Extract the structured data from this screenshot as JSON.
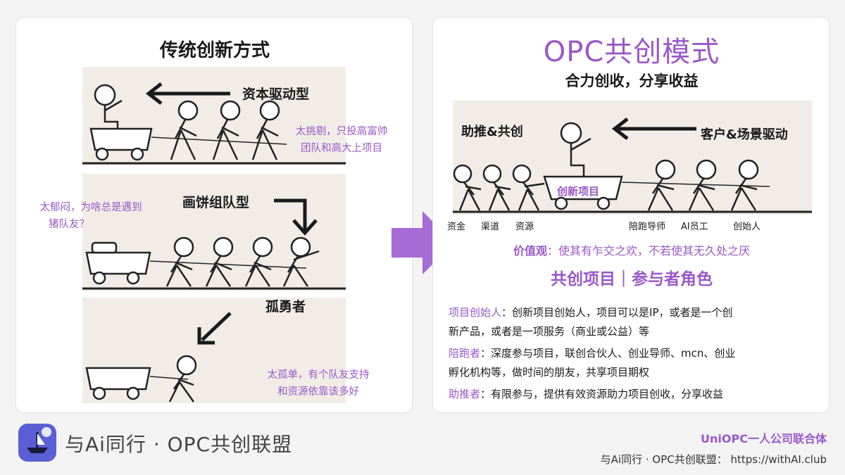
{
  "left": {
    "title": "传统创新方式",
    "capital_label": "资本驱动型",
    "capital_note_1": "太挑剔，只投高富帅",
    "capital_note_2": "团队和高大上项目",
    "pie_label": "画饼组队型",
    "pie_note_1": "太郁闷，为啥总是遇到",
    "pie_note_2": "猪队友？",
    "lone_label": "孤勇者",
    "lone_note_1": "太孤单，有个队友支持",
    "lone_note_2": "和资源依靠该多好"
  },
  "right": {
    "title": "OPC共创模式",
    "subtitle": "合力创收，分享收益",
    "push_label": "助推&共创",
    "drive_label": "客户&场景驱动",
    "cart_label": "创新项目",
    "helpers": [
      "资金",
      "渠道",
      "资源"
    ],
    "pullers": [
      "陪跑导师",
      "AI员工",
      "创始人"
    ],
    "value_key": "价值观",
    "value_text": "：使其有乍交之欢，不若使其无久处之厌",
    "roles_title": "共创项目｜参与者角色",
    "roles": [
      {
        "name": "项目创始人",
        "line1": "：创新项目创始人，项目可以是IP，或者是一个创",
        "line2": "新产品，或者是一项服务（商业或公益）等"
      },
      {
        "name": "陪跑者",
        "line1": "：深度参与项目，联创合伙人、创业导师、mcn、创业",
        "line2": "孵化机构等，做时间的朋友，共享项目期权"
      },
      {
        "name": "助推者",
        "line1": "：有限参与，提供有效资源助力项目创收，分享收益",
        "line2": ""
      }
    ]
  },
  "footer": {
    "logo_text": "与Ai同行 · OPC共创联盟",
    "brand": "UniOPC一人公司联合体",
    "credit": "与Ai同行 · OPC共创联盟： https://withAI.club"
  },
  "colors": {
    "accent": "#9a58c9",
    "arrow": "#a66bd6",
    "logo": "#5b5fd6"
  }
}
